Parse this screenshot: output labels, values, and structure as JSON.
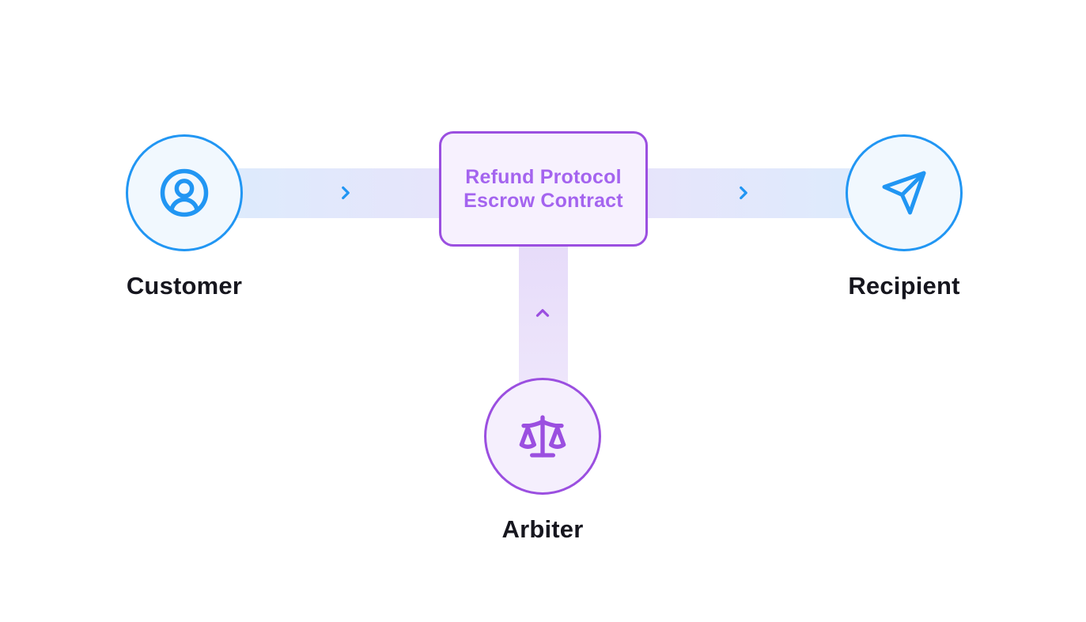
{
  "diagram": {
    "center_box": {
      "line1": "Refund Protocol",
      "line2": "Escrow Contract",
      "border_color": "#9b4fe0",
      "fill_color": "#f7f1fe",
      "text_color": "#a464ef"
    },
    "nodes": [
      {
        "id": "customer",
        "label": "Customer",
        "icon": "user-circle-icon",
        "accent_color": "#2196f3"
      },
      {
        "id": "recipient",
        "label": "Recipient",
        "icon": "send-icon",
        "accent_color": "#2196f3"
      },
      {
        "id": "arbiter",
        "label": "Arbiter",
        "icon": "scale-icon",
        "accent_color": "#9b4fe0"
      }
    ],
    "arrows": [
      {
        "id": "customer-to-escrow",
        "icon": "chevron-right-icon",
        "color": "#2196f3"
      },
      {
        "id": "escrow-to-recipient",
        "icon": "chevron-right-icon",
        "color": "#2196f3"
      },
      {
        "id": "arbiter-to-escrow",
        "icon": "chevron-up-icon",
        "color": "#9b4fe0"
      }
    ],
    "label_color": "#16161e",
    "band_colors": {
      "blue_end": "#dcecfc",
      "lavender_end": "#e7e4fb",
      "vertical_top": "#e6dbf9",
      "vertical_bottom": "#f1eafc"
    },
    "background": "#ffffff"
  }
}
